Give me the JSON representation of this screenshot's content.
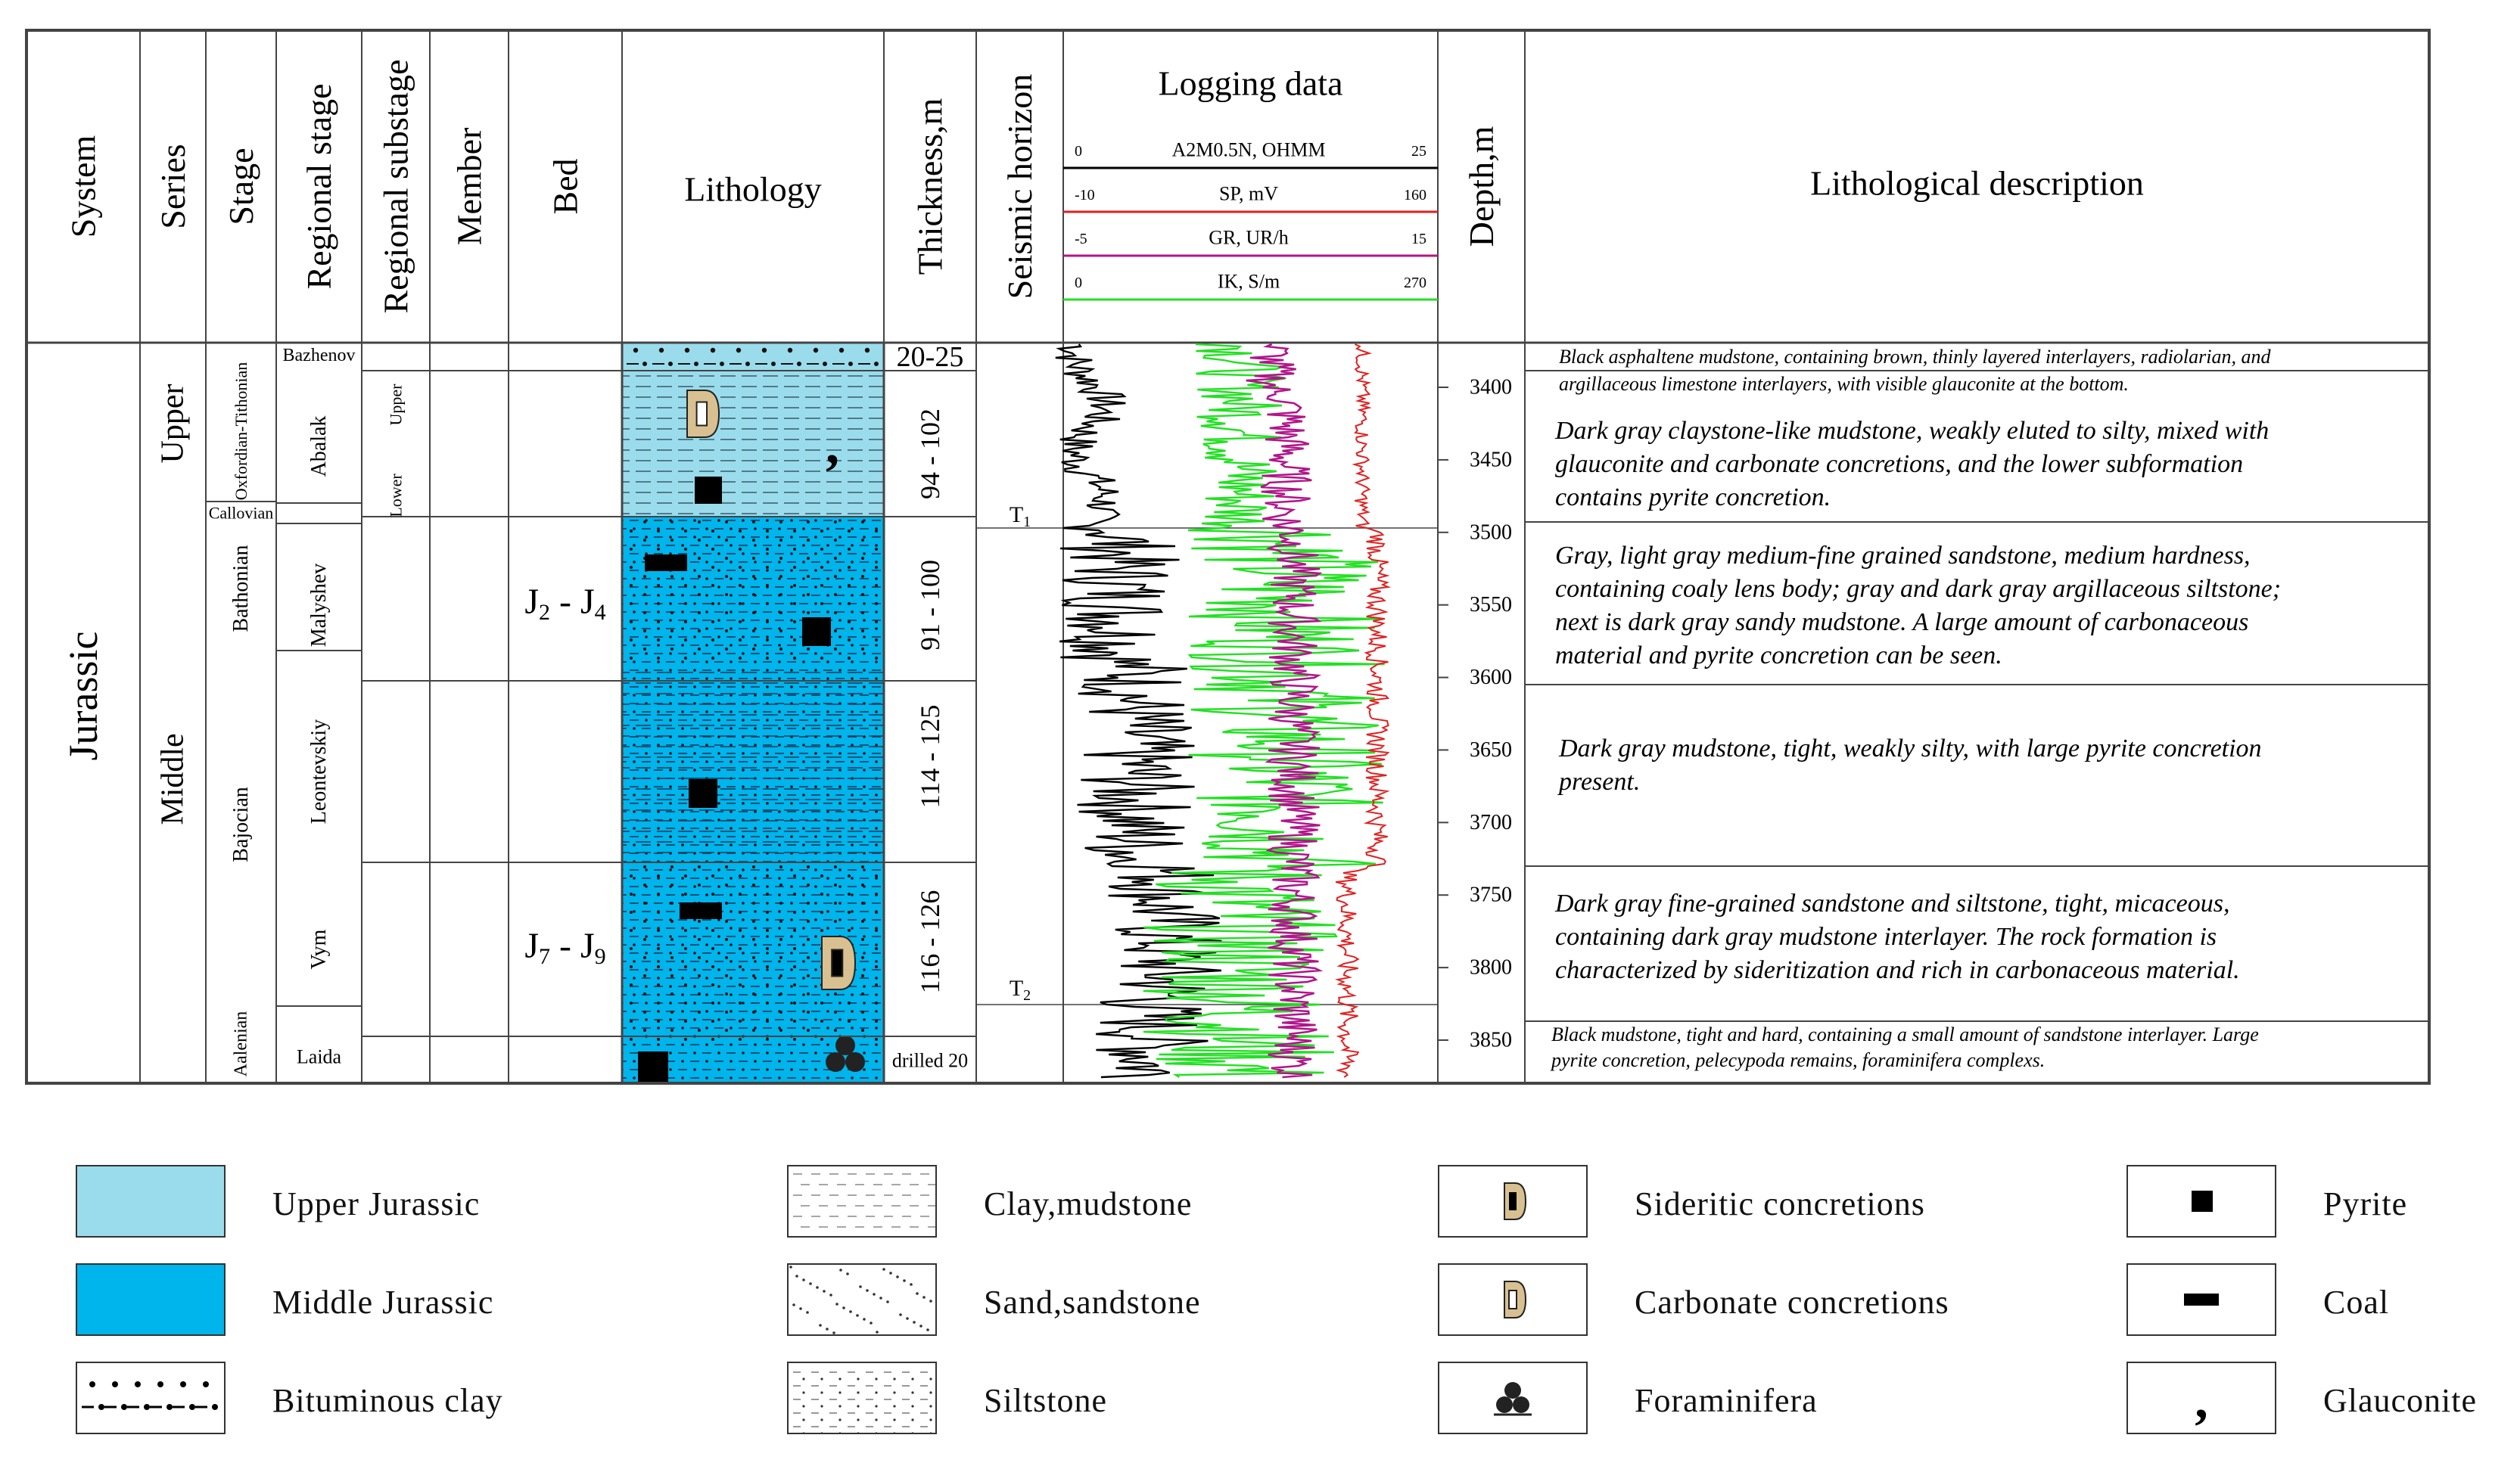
{
  "header": {
    "system": "System",
    "series": "Series",
    "stage": "Stage",
    "regional_stage": "Regional stage",
    "regional_substage": "Regional substage",
    "member": "Member",
    "bed": "Bed",
    "lithology": "Lithology",
    "thickness": "Thickness,m",
    "seismic_horizon": "Seismic horizon",
    "logging": "Logging data",
    "depth": "Depth,m",
    "description": "Lithological description"
  },
  "logging_curves": [
    {
      "name": "A2M0.5N, OHMM",
      "min": "0",
      "max": "25",
      "color": "#000000"
    },
    {
      "name": "SP, mV",
      "min": "-10",
      "max": "160",
      "color": "#e02020"
    },
    {
      "name": "GR, UR/h",
      "min": "-5",
      "max": "15",
      "color": "#b0158a"
    },
    {
      "name": "IK, S/m",
      "min": "0",
      "max": "270",
      "color": "#22e022"
    }
  ],
  "column_values": {
    "system": "Jurassic",
    "series": [
      "Upper",
      "Middle"
    ],
    "stages": [
      "Oxfordian-Tithonian",
      "Callovian",
      "Bathonian",
      "Bajocian",
      "Aalenian"
    ],
    "regional_stages": [
      "Bazhenov",
      "Abalak",
      "Malyshev",
      "Leontevskiy",
      "Vym",
      "Laida"
    ],
    "regional_substages": [
      "Upper",
      "Lower"
    ],
    "beds": [
      {
        "main": "J",
        "sub1": "2",
        "sep": " - ",
        "main2": "J",
        "sub2": "4"
      },
      {
        "main": "J",
        "sub1": "7",
        "sep": " - ",
        "main2": "J",
        "sub2": "9"
      }
    ],
    "thickness": [
      "20-25",
      "94 - 102",
      "91 - 100",
      "114 - 125",
      "116 - 126",
      "drilled 20"
    ],
    "seismic": [
      {
        "main": "T",
        "sub": "1"
      },
      {
        "main": "T",
        "sub": "2"
      }
    ]
  },
  "depth_ticks": [
    "3400",
    "3450",
    "3500",
    "3550",
    "3600",
    "3650",
    "3700",
    "3750",
    "3800",
    "3850"
  ],
  "descriptions": [
    "Black asphaltene mudstone, containing brown, thinly layered interlayers, radiolarian, and argillaceous limestone interlayers, with visible glauconite at the bottom.",
    "Dark gray claystone-like mudstone, weakly eluted to silty, mixed with glauconite and carbonate concretions, and the lower subformation contains pyrite concretion.",
    "Gray, light gray medium-fine grained sandstone, medium hardness, containing coaly lens body; gray and dark gray argillaceous siltstone; next is dark gray sandy mudstone. A large amount of carbonaceous material and pyrite concretion can be seen.",
    "Dark gray mudstone, tight, weakly silty, with large pyrite concretion present.",
    "Dark gray fine-grained sandstone and siltstone, tight, micaceous, containing dark gray mudstone interlayer. The rock formation is characterized by sideritization and rich in carbonaceous material.",
    "Black mudstone, tight and hard, containing a small amount of sandstone interlayer. Large pyrite concretion, pelecypoda remains, foraminifera complexs."
  ],
  "legend": [
    {
      "label": "Upper Jurassic",
      "icon": "upper-jurassic-swatch"
    },
    {
      "label": "Middle Jurassic",
      "icon": "middle-jurassic-swatch"
    },
    {
      "label": "Bituminous clay",
      "icon": "bituminous-clay-pattern"
    },
    {
      "label": "Clay,mudstone",
      "icon": "clay-mudstone-pattern"
    },
    {
      "label": "Sand,sandstone",
      "icon": "sandstone-pattern"
    },
    {
      "label": "Siltstone",
      "icon": "siltstone-pattern"
    },
    {
      "label": "Sideritic concretions",
      "icon": "sideritic-concretion-icon"
    },
    {
      "label": "Carbonate concretions",
      "icon": "carbonate-concretion-icon"
    },
    {
      "label": "Foraminifera",
      "icon": "foraminifera-icon"
    },
    {
      "label": "Pyrite",
      "icon": "pyrite-icon"
    },
    {
      "label": "Coal",
      "icon": "coal-icon"
    },
    {
      "label": "Glauconite",
      "icon": "glauconite-icon"
    }
  ],
  "colors": {
    "upper_jurassic": "#9adcec",
    "middle_jurassic": "#00b4ec",
    "concretion_tan": "#d8c090",
    "grid": "#555555"
  }
}
